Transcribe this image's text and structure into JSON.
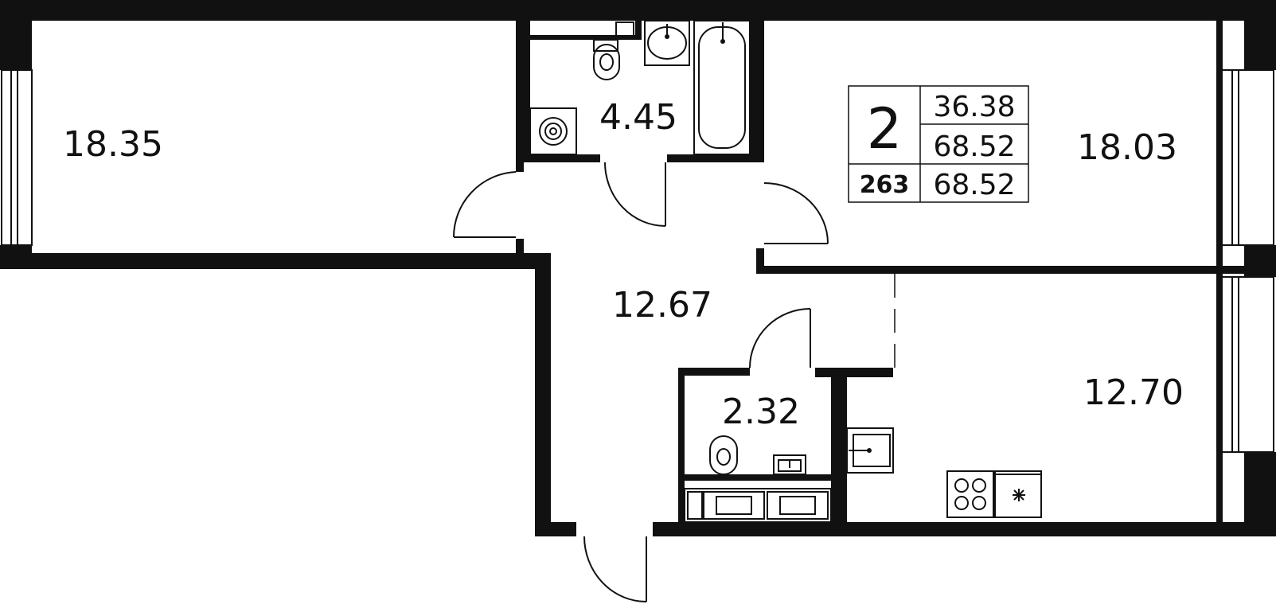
{
  "rooms": {
    "living_left": "18.35",
    "bathroom": "4.45",
    "bedroom_right": "18.03",
    "hall": "12.67",
    "wc": "2.32",
    "kitchen": "12.70"
  },
  "info": {
    "rooms_count": "2",
    "apartment_number": "263",
    "living_area": "36.38",
    "total_area": "68.52",
    "total_area_2": "68.52"
  },
  "colors": {
    "wall": "#111111",
    "background": "#ffffff"
  }
}
